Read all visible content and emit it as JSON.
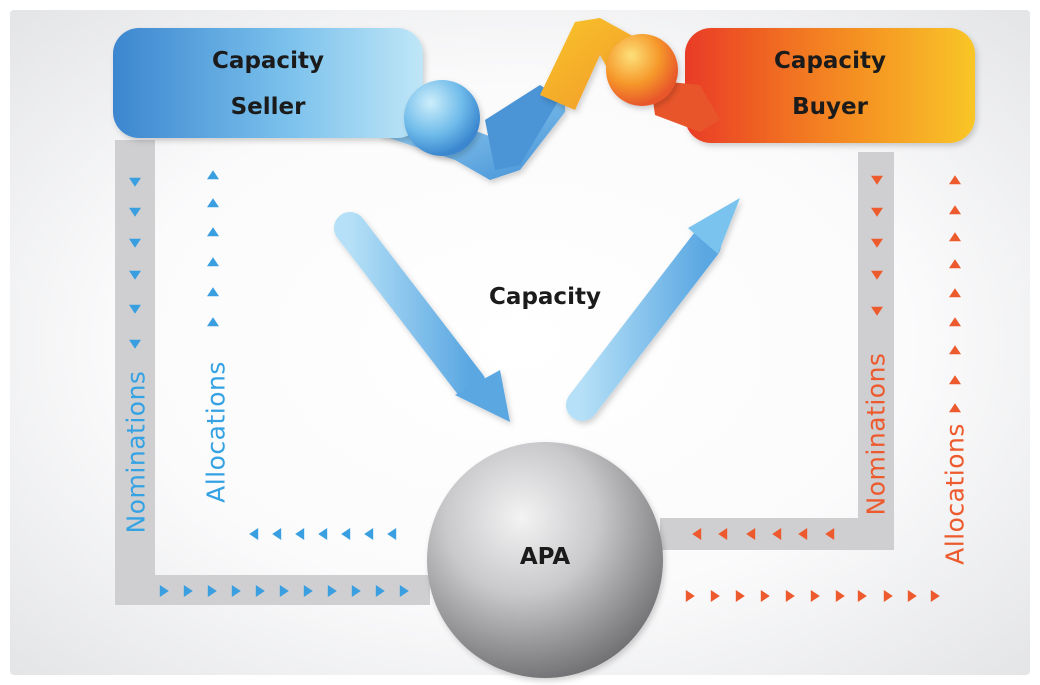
{
  "seller": {
    "label_line1": "Capacity",
    "label_line2": "Seller"
  },
  "buyer": {
    "label_line1": "Capacity",
    "label_line2": "Buyer"
  },
  "center": {
    "label": "Capacity"
  },
  "apa": {
    "label": "APA"
  },
  "flows": {
    "seller_nominations": "Nominations",
    "seller_allocations": "Allocations",
    "buyer_nominations": "Nominations",
    "buyer_allocations": "Allocations"
  },
  "colors": {
    "seller_blue": "#3a9fe0",
    "buyer_orange": "#ec5a2d",
    "channel_gray": "#cfcfd1",
    "capacity_arrow": "#6fb7ea"
  }
}
